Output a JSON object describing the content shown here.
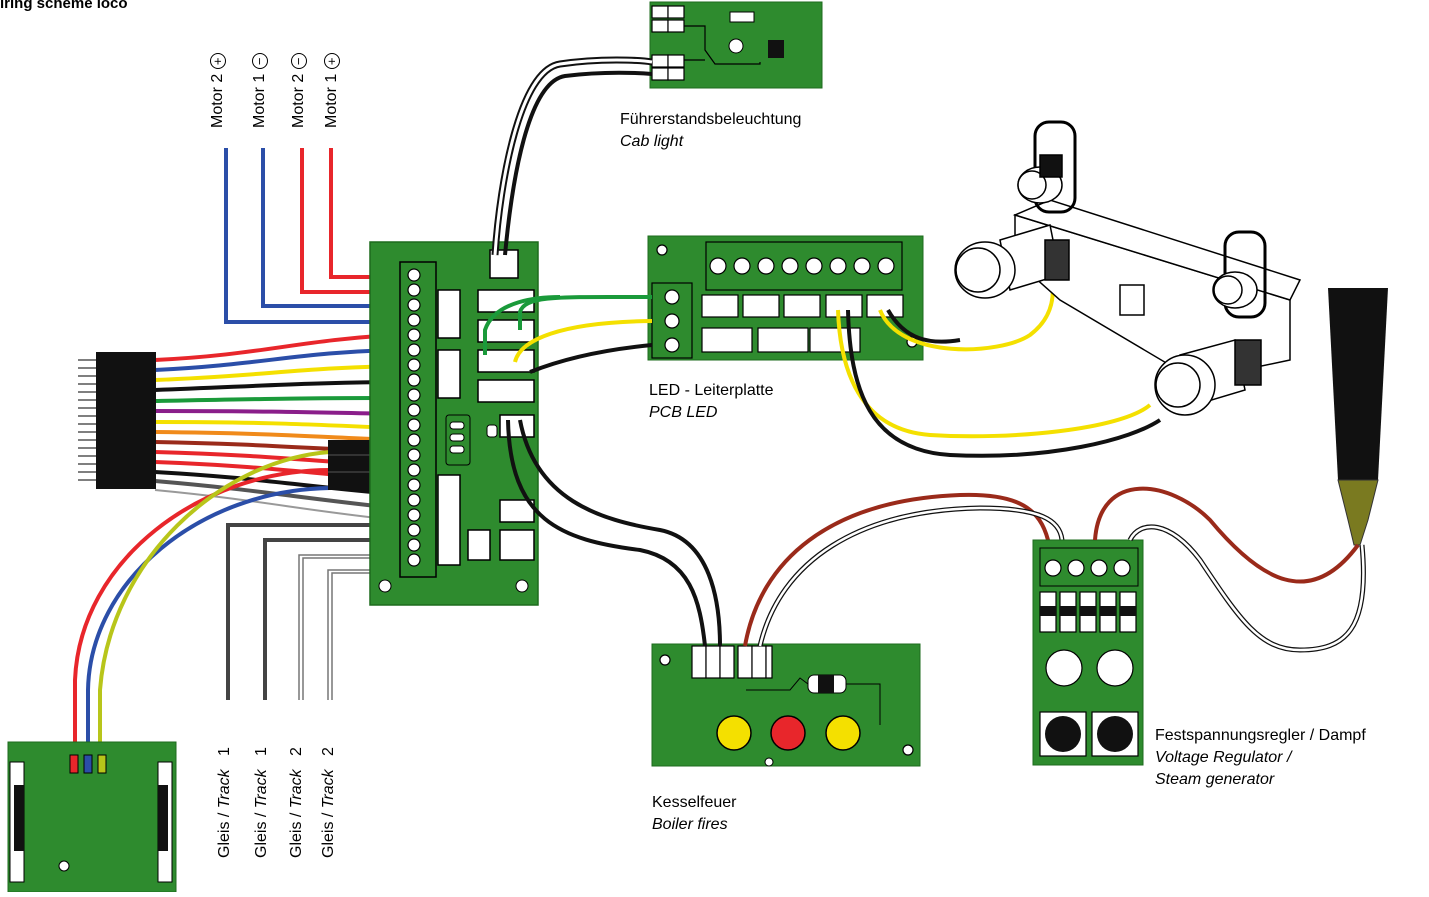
{
  "title": "iring scheme loco",
  "motor_labels": [
    {
      "text": "Motor  2",
      "sign": "+"
    },
    {
      "text": "Motor  1",
      "sign": "−"
    },
    {
      "text": "Motor  2",
      "sign": "−"
    },
    {
      "text": "Motor  1",
      "sign": "+"
    }
  ],
  "track_labels": [
    {
      "de": "Gleis / ",
      "en": "Track",
      "num": "1"
    },
    {
      "de": "Gleis / ",
      "en": "Track",
      "num": "1"
    },
    {
      "de": "Gleis / ",
      "en": "Track",
      "num": "2"
    },
    {
      "de": "Gleis / ",
      "en": "Track",
      "num": "2"
    }
  ],
  "cab_light": {
    "de": "Führerstandsbeleuchtung",
    "en": "Cab light"
  },
  "led_pcb": {
    "de": "LED - Leiterplatte",
    "en": "PCB LED"
  },
  "boiler": {
    "de": "Kesselfeuer",
    "en": "Boiler fires"
  },
  "regulator": {
    "de": "Festspannungsregler / Dampf",
    "en1": "Voltage Regulator /",
    "en2": "Steam generator"
  },
  "colors": {
    "pcb": "#2e8b2e",
    "pcb_dark": "#1d6b1d",
    "blue": "#2b4ea8",
    "red": "#e8262b",
    "yellow": "#f4e000",
    "black": "#111111",
    "green": "#1a9a3a",
    "purple": "#8a1e8a",
    "orange": "#f08a1a",
    "brown": "#9a2a1a",
    "grey": "#555555",
    "olive": "#b8c51a"
  }
}
